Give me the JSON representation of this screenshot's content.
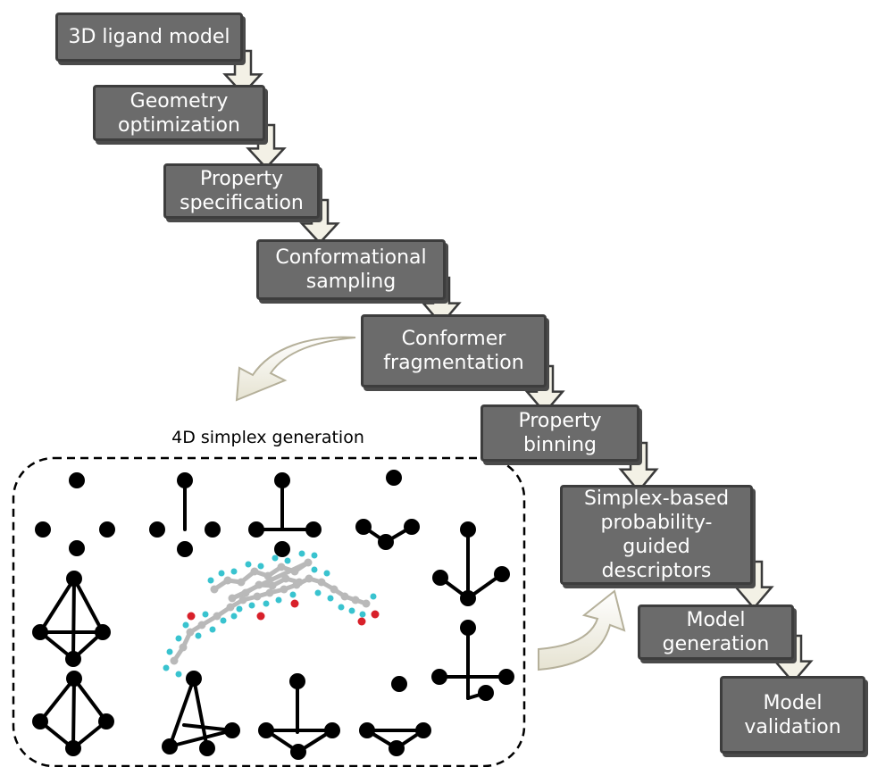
{
  "steps": [
    {
      "id": "3d-ligand-model",
      "label": "3D ligand model"
    },
    {
      "id": "geometry-optimization",
      "label": "Geometry\noptimization"
    },
    {
      "id": "property-specification",
      "label": "Property\nspecification"
    },
    {
      "id": "conformational-sampling",
      "label": "Conformational\nsampling"
    },
    {
      "id": "conformer-fragmentation",
      "label": "Conformer\nfragmentation"
    },
    {
      "id": "property-binning",
      "label": "Property\nbinning"
    },
    {
      "id": "simplex-descriptors",
      "label": "Simplex-based\nprobability-\nguided\ndescriptors"
    },
    {
      "id": "model-generation",
      "label": "Model\ngeneration"
    },
    {
      "id": "model-validation",
      "label": "Model\nvalidation"
    }
  ],
  "simplex_panel": {
    "title": "4D simplex generation"
  },
  "colors": {
    "box_fill": "#6b6b6b",
    "box_border": "#3d3d3d",
    "arrow_fill": "#f3f1e6",
    "molecule_carbon": "#b9b9b9",
    "molecule_hydrogen": "#39c3cf",
    "molecule_oxygen": "#d8202a"
  }
}
